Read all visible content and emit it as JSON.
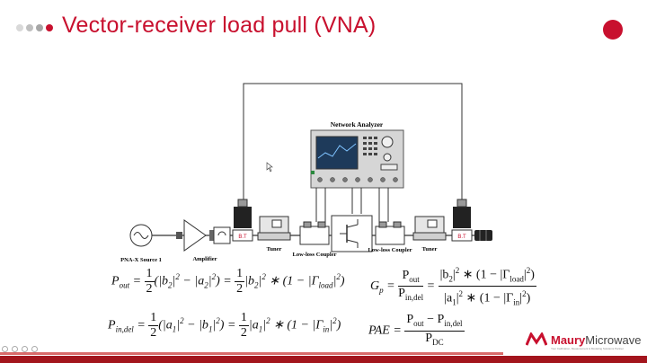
{
  "slide": {
    "title": "Vector-receiver load pull (VNA)",
    "accent_color": "#c8102e",
    "nav_dots": [
      "#d9d9d9",
      "#bfbfbf",
      "#a6a6a6",
      "#c8102e"
    ]
  },
  "diagram": {
    "network_analyzer_label": "Network Analyzer",
    "source_label": "PNA-X Source 1",
    "amplifier_label": "Amplifier",
    "tuner_left_label": "Tuner",
    "tuner_right_label": "Tuner",
    "coupler_left_label": "Low-loss Coupler",
    "coupler_right_label": "Low-loss Coupler",
    "bias_tee_label": "B.T"
  },
  "equations": {
    "pout": "P_out = 1/2(|b2|^2 - |a2|^2) = 1/2|b2|^2 * (1 - |Γload|^2)",
    "pin_del": "P_in,del = 1/2(|a1|^2 - |b1|^2) = 1/2|a1|^2 * (1 - |Γin|^2)",
    "gp": "Gp = Pout / Pin,del = |b2|^2*(1-|Γload|^2) / |a1|^2*(1-|Γin|^2)",
    "pae": "PAE = (Pout - Pin,del) / PDC"
  },
  "logo": {
    "name_part1": "Maury",
    "name_part2": "Microwave",
    "tagline": "Your Calibration, Measurement & Modeling Solutions Partner"
  }
}
